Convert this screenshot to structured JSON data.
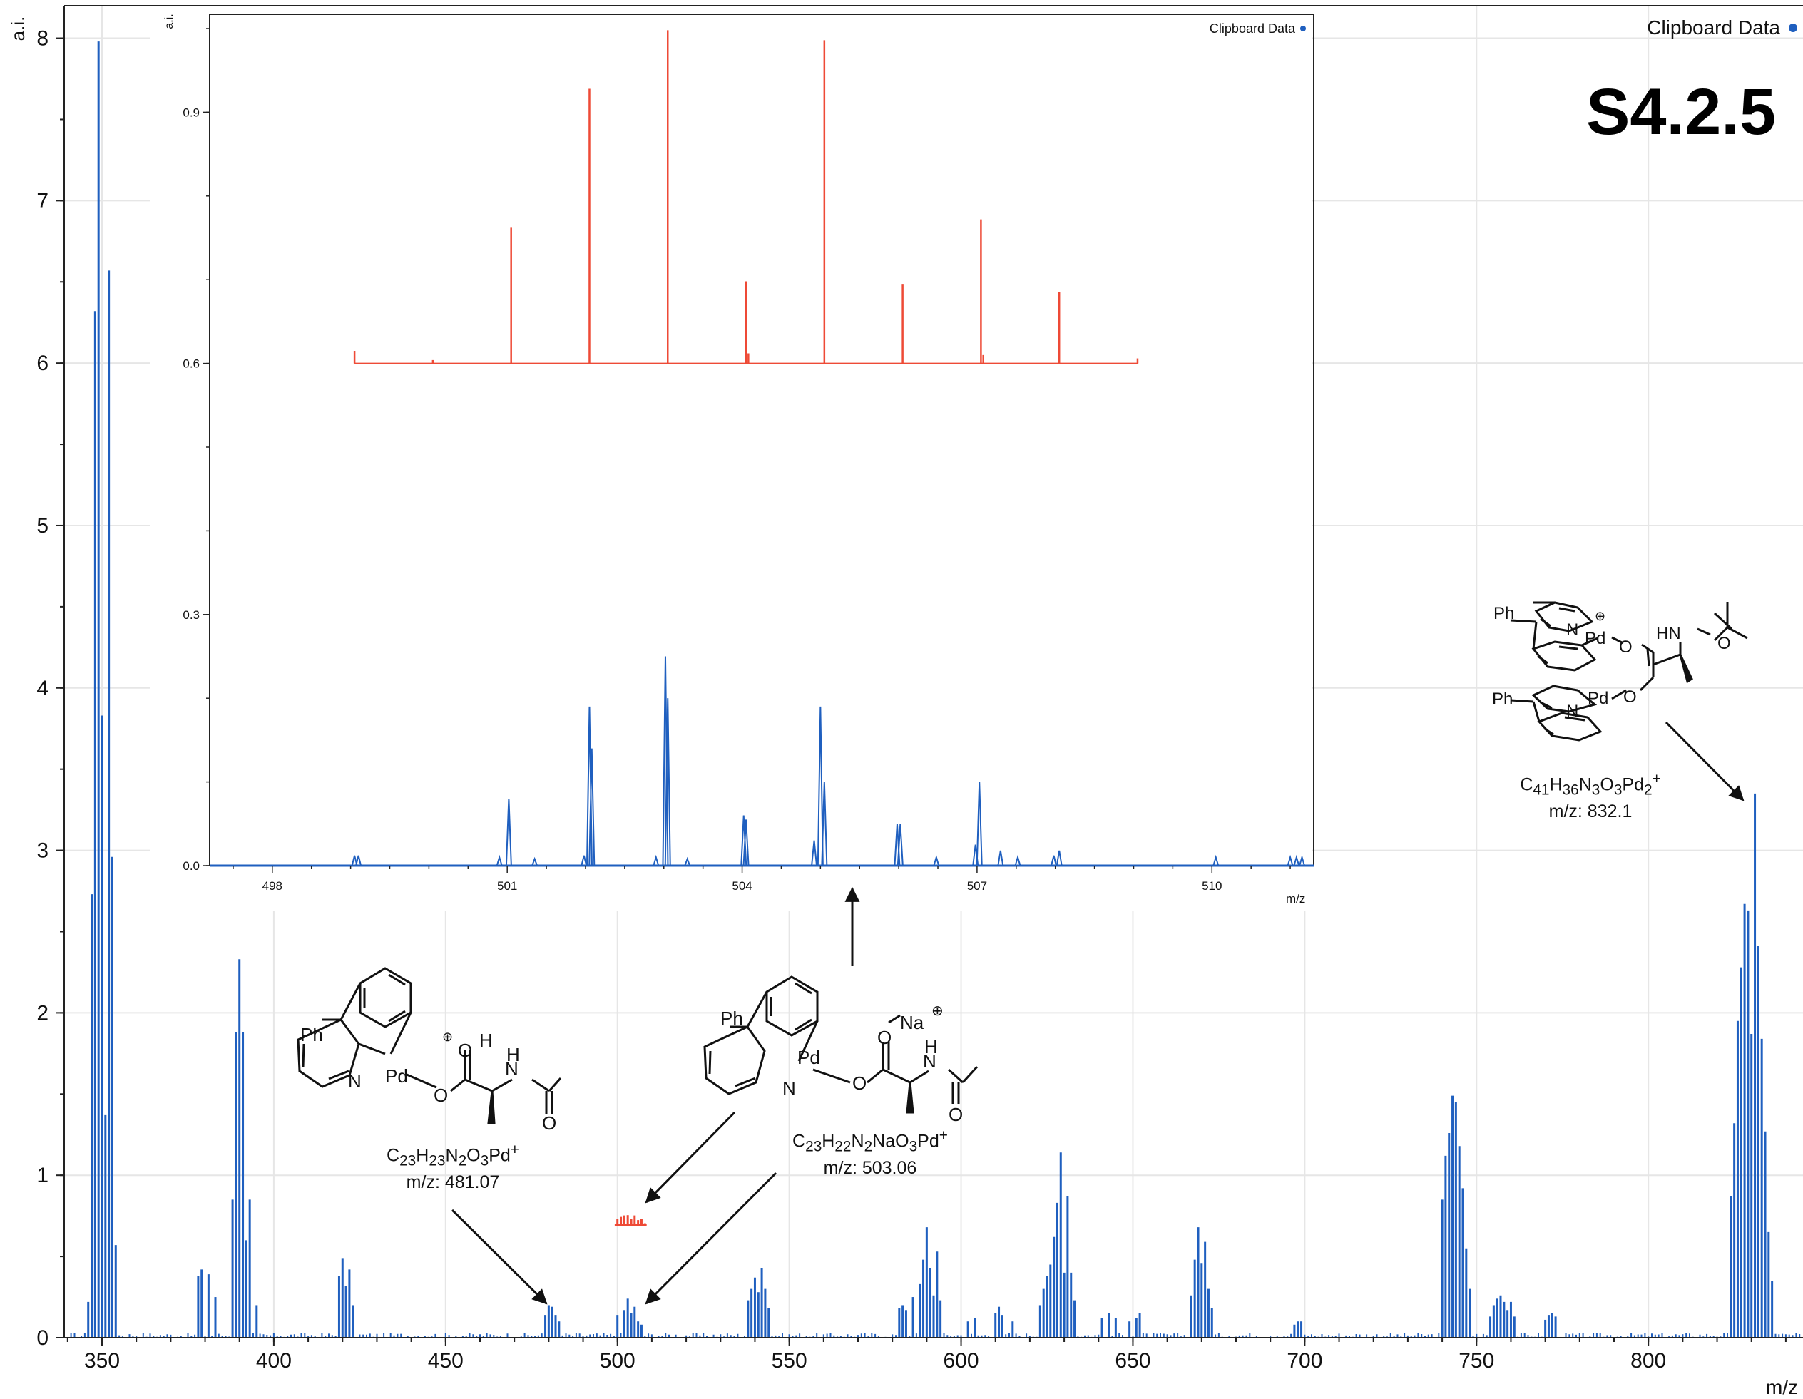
{
  "figure_label": "S4.2.5",
  "legend_label": "Clipboard Data",
  "colors": {
    "measured": "#1f5fbf",
    "simulated": "#ee4a36",
    "axis": "#222222",
    "grid": "#e6e6e6"
  },
  "chart_data": [
    {
      "id": "main",
      "type": "line",
      "xlabel": "m/z",
      "ylabel": "a.i.",
      "xlim": [
        339,
        845
      ],
      "ylim": [
        0,
        8.2
      ],
      "x_ticks": [
        350,
        400,
        450,
        500,
        550,
        600,
        650,
        700,
        750,
        800
      ],
      "y_ticks": [
        0,
        1,
        2,
        3,
        4,
        5,
        6,
        7,
        8
      ],
      "grid": true,
      "legend_position": "top-right",
      "series": [
        {
          "name": "Clipboard Data",
          "peaks": [
            [
              346,
              0.22
            ],
            [
              347,
              2.73
            ],
            [
              348,
              6.32
            ],
            [
              349,
              7.98
            ],
            [
              350,
              3.83
            ],
            [
              351,
              1.37
            ],
            [
              352,
              6.57
            ],
            [
              353,
              2.96
            ],
            [
              354,
              0.57
            ],
            [
              378,
              0.38
            ],
            [
              379,
              0.42
            ],
            [
              381,
              0.39
            ],
            [
              383,
              0.25
            ],
            [
              388,
              0.85
            ],
            [
              389,
              1.88
            ],
            [
              390,
              2.33
            ],
            [
              391,
              1.88
            ],
            [
              392,
              0.6
            ],
            [
              393,
              0.85
            ],
            [
              395,
              0.2
            ],
            [
              419,
              0.38
            ],
            [
              420,
              0.49
            ],
            [
              421,
              0.32
            ],
            [
              422,
              0.42
            ],
            [
              423,
              0.2
            ],
            [
              479,
              0.14
            ],
            [
              480,
              0.2
            ],
            [
              481,
              0.19
            ],
            [
              482,
              0.14
            ],
            [
              483,
              0.1
            ],
            [
              500,
              0.14
            ],
            [
              502,
              0.17
            ],
            [
              503,
              0.24
            ],
            [
              504,
              0.15
            ],
            [
              505,
              0.19
            ],
            [
              506,
              0.1
            ],
            [
              507,
              0.08
            ],
            [
              538,
              0.23
            ],
            [
              539,
              0.3
            ],
            [
              540,
              0.37
            ],
            [
              541,
              0.28
            ],
            [
              542,
              0.43
            ],
            [
              543,
              0.3
            ],
            [
              544,
              0.18
            ],
            [
              582,
              0.18
            ],
            [
              583,
              0.2
            ],
            [
              584,
              0.17
            ],
            [
              586,
              0.25
            ],
            [
              588,
              0.33
            ],
            [
              589,
              0.48
            ],
            [
              590,
              0.68
            ],
            [
              591,
              0.43
            ],
            [
              592,
              0.26
            ],
            [
              593,
              0.53
            ],
            [
              594,
              0.23
            ],
            [
              602,
              0.1
            ],
            [
              604,
              0.12
            ],
            [
              610,
              0.15
            ],
            [
              611,
              0.19
            ],
            [
              612,
              0.14
            ],
            [
              615,
              0.1
            ],
            [
              623,
              0.2
            ],
            [
              624,
              0.3
            ],
            [
              625,
              0.38
            ],
            [
              626,
              0.45
            ],
            [
              627,
              0.62
            ],
            [
              628,
              0.83
            ],
            [
              629,
              1.14
            ],
            [
              630,
              0.4
            ],
            [
              631,
              0.87
            ],
            [
              632,
              0.4
            ],
            [
              633,
              0.23
            ],
            [
              641,
              0.12
            ],
            [
              643,
              0.15
            ],
            [
              645,
              0.12
            ],
            [
              649,
              0.1
            ],
            [
              651,
              0.12
            ],
            [
              652,
              0.15
            ],
            [
              667,
              0.26
            ],
            [
              668,
              0.48
            ],
            [
              669,
              0.68
            ],
            [
              670,
              0.46
            ],
            [
              671,
              0.59
            ],
            [
              672,
              0.3
            ],
            [
              673,
              0.18
            ],
            [
              697,
              0.08
            ],
            [
              698,
              0.1
            ],
            [
              699,
              0.1
            ],
            [
              740,
              0.85
            ],
            [
              741,
              1.12
            ],
            [
              742,
              1.26
            ],
            [
              743,
              1.49
            ],
            [
              744,
              1.45
            ],
            [
              745,
              1.18
            ],
            [
              746,
              0.92
            ],
            [
              747,
              0.55
            ],
            [
              748,
              0.3
            ],
            [
              754,
              0.13
            ],
            [
              755,
              0.2
            ],
            [
              756,
              0.24
            ],
            [
              757,
              0.26
            ],
            [
              758,
              0.22
            ],
            [
              759,
              0.17
            ],
            [
              760,
              0.22
            ],
            [
              761,
              0.13
            ],
            [
              770,
              0.11
            ],
            [
              771,
              0.14
            ],
            [
              772,
              0.15
            ],
            [
              773,
              0.13
            ],
            [
              824,
              0.87
            ],
            [
              825,
              1.32
            ],
            [
              826,
              1.95
            ],
            [
              827,
              2.28
            ],
            [
              828,
              2.67
            ],
            [
              829,
              2.63
            ],
            [
              830,
              1.87
            ],
            [
              831,
              3.35
            ],
            [
              832,
              2.41
            ],
            [
              833,
              1.84
            ],
            [
              834,
              1.27
            ],
            [
              835,
              0.65
            ],
            [
              836,
              0.35
            ]
          ]
        }
      ],
      "red_overlay_peaks": [
        [
          500,
          0.2
        ],
        [
          501,
          0.28
        ],
        [
          502,
          0.33
        ],
        [
          503,
          0.34
        ],
        [
          504,
          0.2
        ],
        [
          505,
          0.33
        ],
        [
          506,
          0.17
        ],
        [
          507,
          0.2
        ],
        [
          508,
          0.06
        ]
      ],
      "annotations": [
        {
          "formula_main": "C",
          "formula_html": "C<sub>23</sub>H<sub>23</sub>N<sub>2</sub>O<sub>3</sub>Pd<sup>+</sup>",
          "mz": "m/z: 481.07"
        },
        {
          "formula_html": "C<sub>23</sub>H<sub>22</sub>N<sub>2</sub>NaO<sub>3</sub>Pd<sup>+</sup>",
          "mz": "m/z: 503.06"
        },
        {
          "formula_html": "C<sub>41</sub>H<sub>36</sub>N<sub>3</sub>O<sub>3</sub>Pd<sub>2</sub><sup>+</sup>",
          "mz": "m/z: 832.1"
        }
      ]
    },
    {
      "id": "inset",
      "type": "line",
      "xlabel": "m/z",
      "ylabel": "a.i.",
      "xlim": [
        497.2,
        511.3
      ],
      "ylim": [
        0,
        1.0
      ],
      "x_ticks": [
        498,
        501,
        504,
        507,
        510
      ],
      "y_ticks": [
        0.0,
        0.3,
        0.6,
        0.9
      ],
      "y_tick_labels": [
        "0.0",
        "0.3",
        "0.6",
        "0.9"
      ],
      "grid": false,
      "legend_position": "top-right",
      "series": [
        {
          "name": "Clipboard Data",
          "peaks": [
            [
              499.05,
              0.012
            ],
            [
              499.1,
              0.012
            ],
            [
              500.9,
              0.01
            ],
            [
              501.02,
              0.08
            ],
            [
              501.35,
              0.008
            ],
            [
              501.98,
              0.012
            ],
            [
              502.05,
              0.19
            ],
            [
              502.08,
              0.14
            ],
            [
              502.9,
              0.01
            ],
            [
              503.02,
              0.25
            ],
            [
              503.05,
              0.2
            ],
            [
              503.3,
              0.008
            ],
            [
              504.02,
              0.06
            ],
            [
              504.05,
              0.055
            ],
            [
              504.92,
              0.03
            ],
            [
              505.0,
              0.19
            ],
            [
              505.05,
              0.1
            ],
            [
              505.98,
              0.05
            ],
            [
              506.02,
              0.05
            ],
            [
              506.48,
              0.01
            ],
            [
              506.98,
              0.025
            ],
            [
              507.03,
              0.1
            ],
            [
              507.3,
              0.018
            ],
            [
              507.52,
              0.01
            ],
            [
              507.98,
              0.012
            ],
            [
              508.05,
              0.018
            ],
            [
              510.05,
              0.01
            ],
            [
              511.0,
              0.01
            ],
            [
              511.08,
              0.01
            ],
            [
              511.15,
              0.01
            ]
          ]
        },
        {
          "name": "",
          "baseline": 0.6,
          "x_range": [
            499.05,
            509.05
          ],
          "peaks": [
            [
              499.05,
              0.015
            ],
            [
              500.05,
              0.004
            ],
            [
              501.05,
              0.162
            ],
            [
              502.05,
              0.328
            ],
            [
              503.05,
              0.398
            ],
            [
              504.05,
              0.098
            ],
            [
              504.08,
              0.012
            ],
            [
              505.05,
              0.386
            ],
            [
              506.05,
              0.095
            ],
            [
              507.05,
              0.172
            ],
            [
              507.08,
              0.01
            ],
            [
              508.05,
              0.085
            ],
            [
              509.05,
              0.006
            ]
          ]
        }
      ]
    }
  ]
}
